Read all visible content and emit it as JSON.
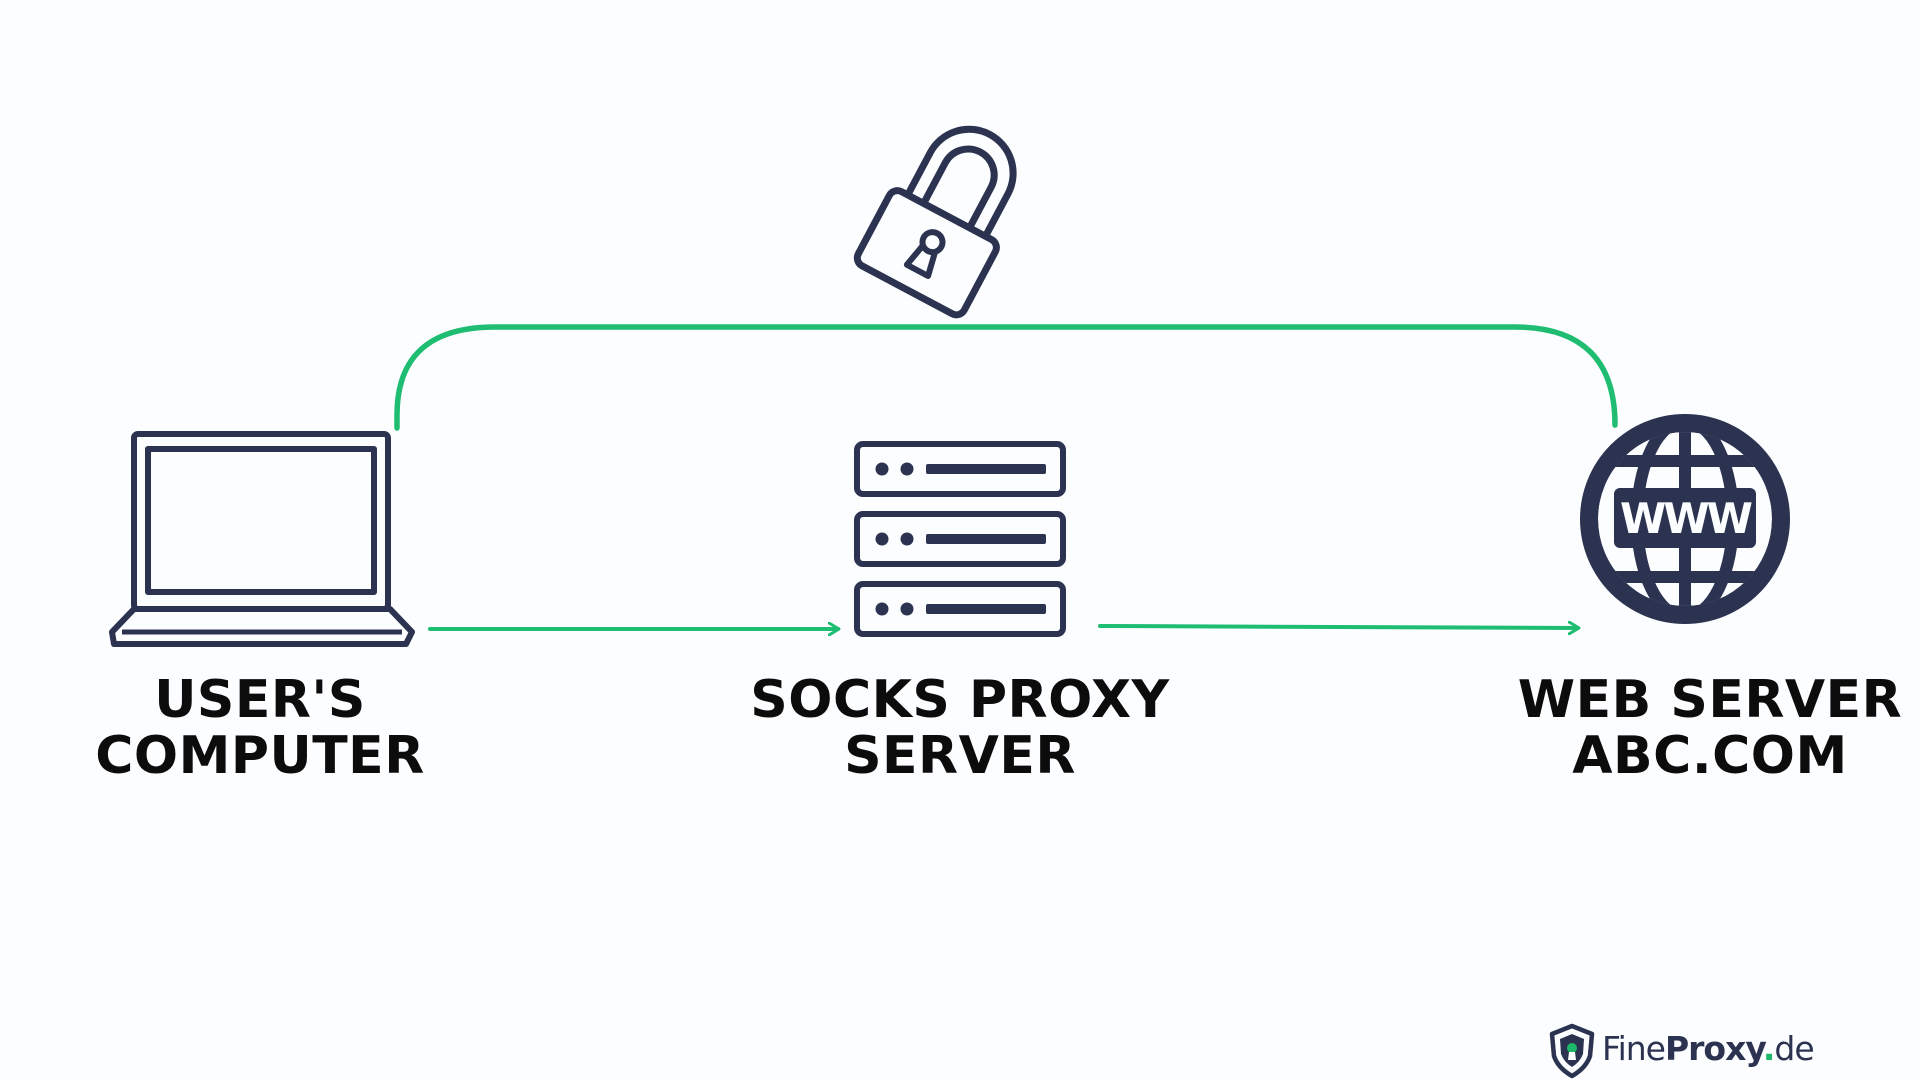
{
  "nodes": {
    "computer": {
      "line1": "USER'S",
      "line2": "COMPUTER"
    },
    "proxy": {
      "line1": "SOCKS PROXY",
      "line2": "SERVER"
    },
    "web": {
      "line1": "WEB SERVER",
      "line2": "ABC.COM",
      "globe_text": "WWW"
    }
  },
  "icons": {
    "computer": "laptop-icon",
    "proxy": "server-rack-icon",
    "web": "globe-www-icon",
    "lock": "padlock-icon",
    "logo": "shield-logo-icon"
  },
  "logo": {
    "fine": "Fine",
    "proxy": "Proxy",
    "dot": ".",
    "tld": "de"
  },
  "colors": {
    "icon": "#2b3350",
    "arrow": "#1ebd72",
    "text": "#0c0c0c",
    "logo_accent": "#1eb86a"
  }
}
